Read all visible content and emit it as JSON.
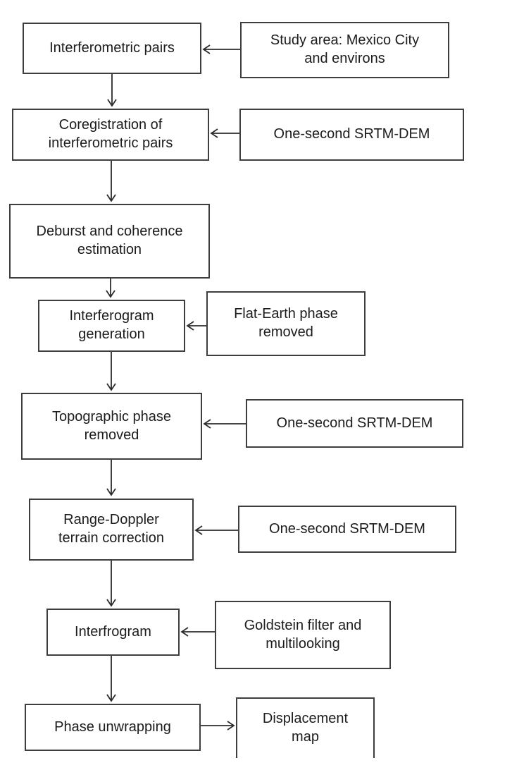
{
  "diagram": {
    "type": "flowchart",
    "process_steps": [
      {
        "label": "Interferometric pairs"
      },
      {
        "label": "Coregistration of\ninterferometric pairs"
      },
      {
        "label": "Deburst and coherence\nestimation"
      },
      {
        "label": "Interferogram\ngeneration"
      },
      {
        "label": "Topographic phase\nremoved"
      },
      {
        "label": "Range-Doppler\nterrain correction"
      },
      {
        "label": "Interfrogram"
      },
      {
        "label": "Phase unwrapping"
      }
    ],
    "side_boxes": [
      {
        "label": "Study area: Mexico City\nand environs",
        "connects_to": "Interferometric pairs",
        "direction": "into-step"
      },
      {
        "label": "One-second SRTM-DEM",
        "connects_to": "Coregistration of interferometric pairs",
        "direction": "into-step"
      },
      {
        "label": "Flat-Earth phase\nremoved",
        "connects_to": "Interferogram generation",
        "direction": "into-step"
      },
      {
        "label": "One-second SRTM-DEM",
        "connects_to": "Topographic phase removed",
        "direction": "into-step"
      },
      {
        "label": "One-second SRTM-DEM",
        "connects_to": "Range-Doppler terrain correction",
        "direction": "into-step"
      },
      {
        "label": "Goldstein filter and\nmultilooking",
        "connects_to": "Interfrogram",
        "direction": "into-step"
      },
      {
        "label": "Displacement\nmap",
        "connects_to": "Phase unwrapping",
        "direction": "from-step"
      }
    ],
    "colors": {
      "background": "#ffffff",
      "box_border": "#3e3e3e",
      "text": "#1c1c1c",
      "arrow": "#2b2b2b"
    }
  }
}
